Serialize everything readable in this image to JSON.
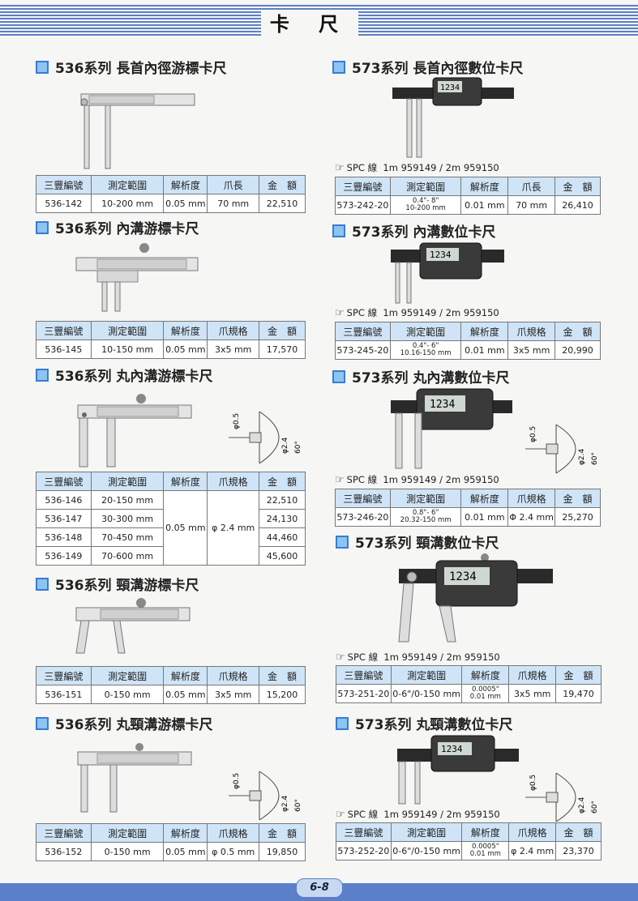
{
  "header": {
    "title": "卡  尺"
  },
  "spc_label": "SPC 線",
  "spc_cables": "1m 959149 / 2m 959150",
  "footer": {
    "page": "6-8"
  },
  "sections": [
    {
      "title": "536系列  長首內徑游標卡尺",
      "headers": [
        "三豐編號",
        "測定範圍",
        "解析度",
        "爪長",
        "金　額"
      ],
      "rows": [
        [
          "536-142",
          "10-200 mm",
          "0.05 mm",
          "70 mm",
          "22,510"
        ]
      ]
    },
    {
      "title": "536系列  內溝游標卡尺",
      "headers": [
        "三豐編號",
        "測定範圍",
        "解析度",
        "爪規格",
        "金　額"
      ],
      "rows": [
        [
          "536-145",
          "10-150 mm",
          "0.05 mm",
          "3x5 mm",
          "17,570"
        ]
      ]
    },
    {
      "title": "536系列  丸內溝游標卡尺",
      "headers": [
        "三豐編號",
        "測定範圍",
        "解析度",
        "爪規格",
        "金　額"
      ],
      "shared_resolution": "0.05 mm",
      "shared_jaw": "φ 2.4 mm",
      "rows": [
        [
          "536-146",
          "20-150 mm",
          "22,510"
        ],
        [
          "536-147",
          "30-300 mm",
          "24,130"
        ],
        [
          "536-148",
          "70-450 mm",
          "44,460"
        ],
        [
          "536-149",
          "70-600 mm",
          "45,600"
        ]
      ],
      "dims": [
        "φ0.5",
        "φ2.4",
        "60°"
      ]
    },
    {
      "title": "536系列    頸溝游標卡尺",
      "headers": [
        "三豐編號",
        "測定範圍",
        "解析度",
        "爪規格",
        "金　額"
      ],
      "rows": [
        [
          "536-151",
          "0-150 mm",
          "0.05 mm",
          "3x5 mm",
          "15,200"
        ]
      ]
    },
    {
      "title": "536系列  丸頸溝游標卡尺",
      "headers": [
        "三豐編號",
        "測定範圍",
        "解析度",
        "爪規格",
        "金　額"
      ],
      "rows": [
        [
          "536-152",
          "0-150 mm",
          "0.05 mm",
          "φ 0.5 mm",
          "19,850"
        ]
      ],
      "dims": [
        "φ0.5",
        "φ2.4",
        "60°"
      ]
    },
    {
      "title": "573系列  長首內徑數位卡尺",
      "headers": [
        "三豐編號",
        "測定範圍",
        "解析度",
        "爪長",
        "金　額"
      ],
      "rows": [
        {
          "code": "573-242-20",
          "range1": "0.4\"- 8\"",
          "range2": "10-200 mm",
          "res": "0.01 mm",
          "jaw": "70 mm",
          "price": "26,410"
        }
      ],
      "display": "1234"
    },
    {
      "title": "573系列  內溝數位卡尺",
      "headers": [
        "三豐編號",
        "測定範圍",
        "解析度",
        "爪規格",
        "金　額"
      ],
      "rows": [
        {
          "code": "573-245-20",
          "range1": "0.4\"- 6\"",
          "range2": "10.16-150 mm",
          "res": "0.01 mm",
          "jaw": "3x5 mm",
          "price": "20,990"
        }
      ],
      "display": "1234"
    },
    {
      "title": "573系列  丸內溝數位卡尺",
      "headers": [
        "三豐編號",
        "測定範圍",
        "解析度",
        "爪規格",
        "金　額"
      ],
      "rows": [
        {
          "code": "573-246-20",
          "range1": "0.8\"- 6\"",
          "range2": "20.32-150 mm",
          "res": "0.01 mm",
          "jaw": "Φ 2.4 mm",
          "price": "25,270"
        }
      ],
      "display": "1234",
      "dims": [
        "φ0.5",
        "φ2.4",
        "60°"
      ]
    },
    {
      "title": "573系列  頸溝數位卡尺",
      "headers": [
        "三豐編號",
        "測定範圍",
        "解析度",
        "爪規格",
        "金　額"
      ],
      "rows": [
        {
          "code": "573-251-20",
          "range": "0-6\"/0-150 mm",
          "res1": "0.0005\"",
          "res2": "0.01 mm",
          "jaw": "3x5 mm",
          "price": "19,470"
        }
      ],
      "display": "1234"
    },
    {
      "title": "573系列  丸頸溝數位卡尺",
      "headers": [
        "三豐編號",
        "測定範圍",
        "解析度",
        "爪規格",
        "金　額"
      ],
      "rows": [
        {
          "code": "573-252-20",
          "range": "0-6\"/0-150 mm",
          "res1": "0.0005\"",
          "res2": "0.01 mm",
          "jaw": "φ 2.4 mm",
          "price": "23,370"
        }
      ],
      "display": "1234",
      "dims": [
        "φ0.5",
        "φ2.4",
        "60°"
      ]
    }
  ]
}
